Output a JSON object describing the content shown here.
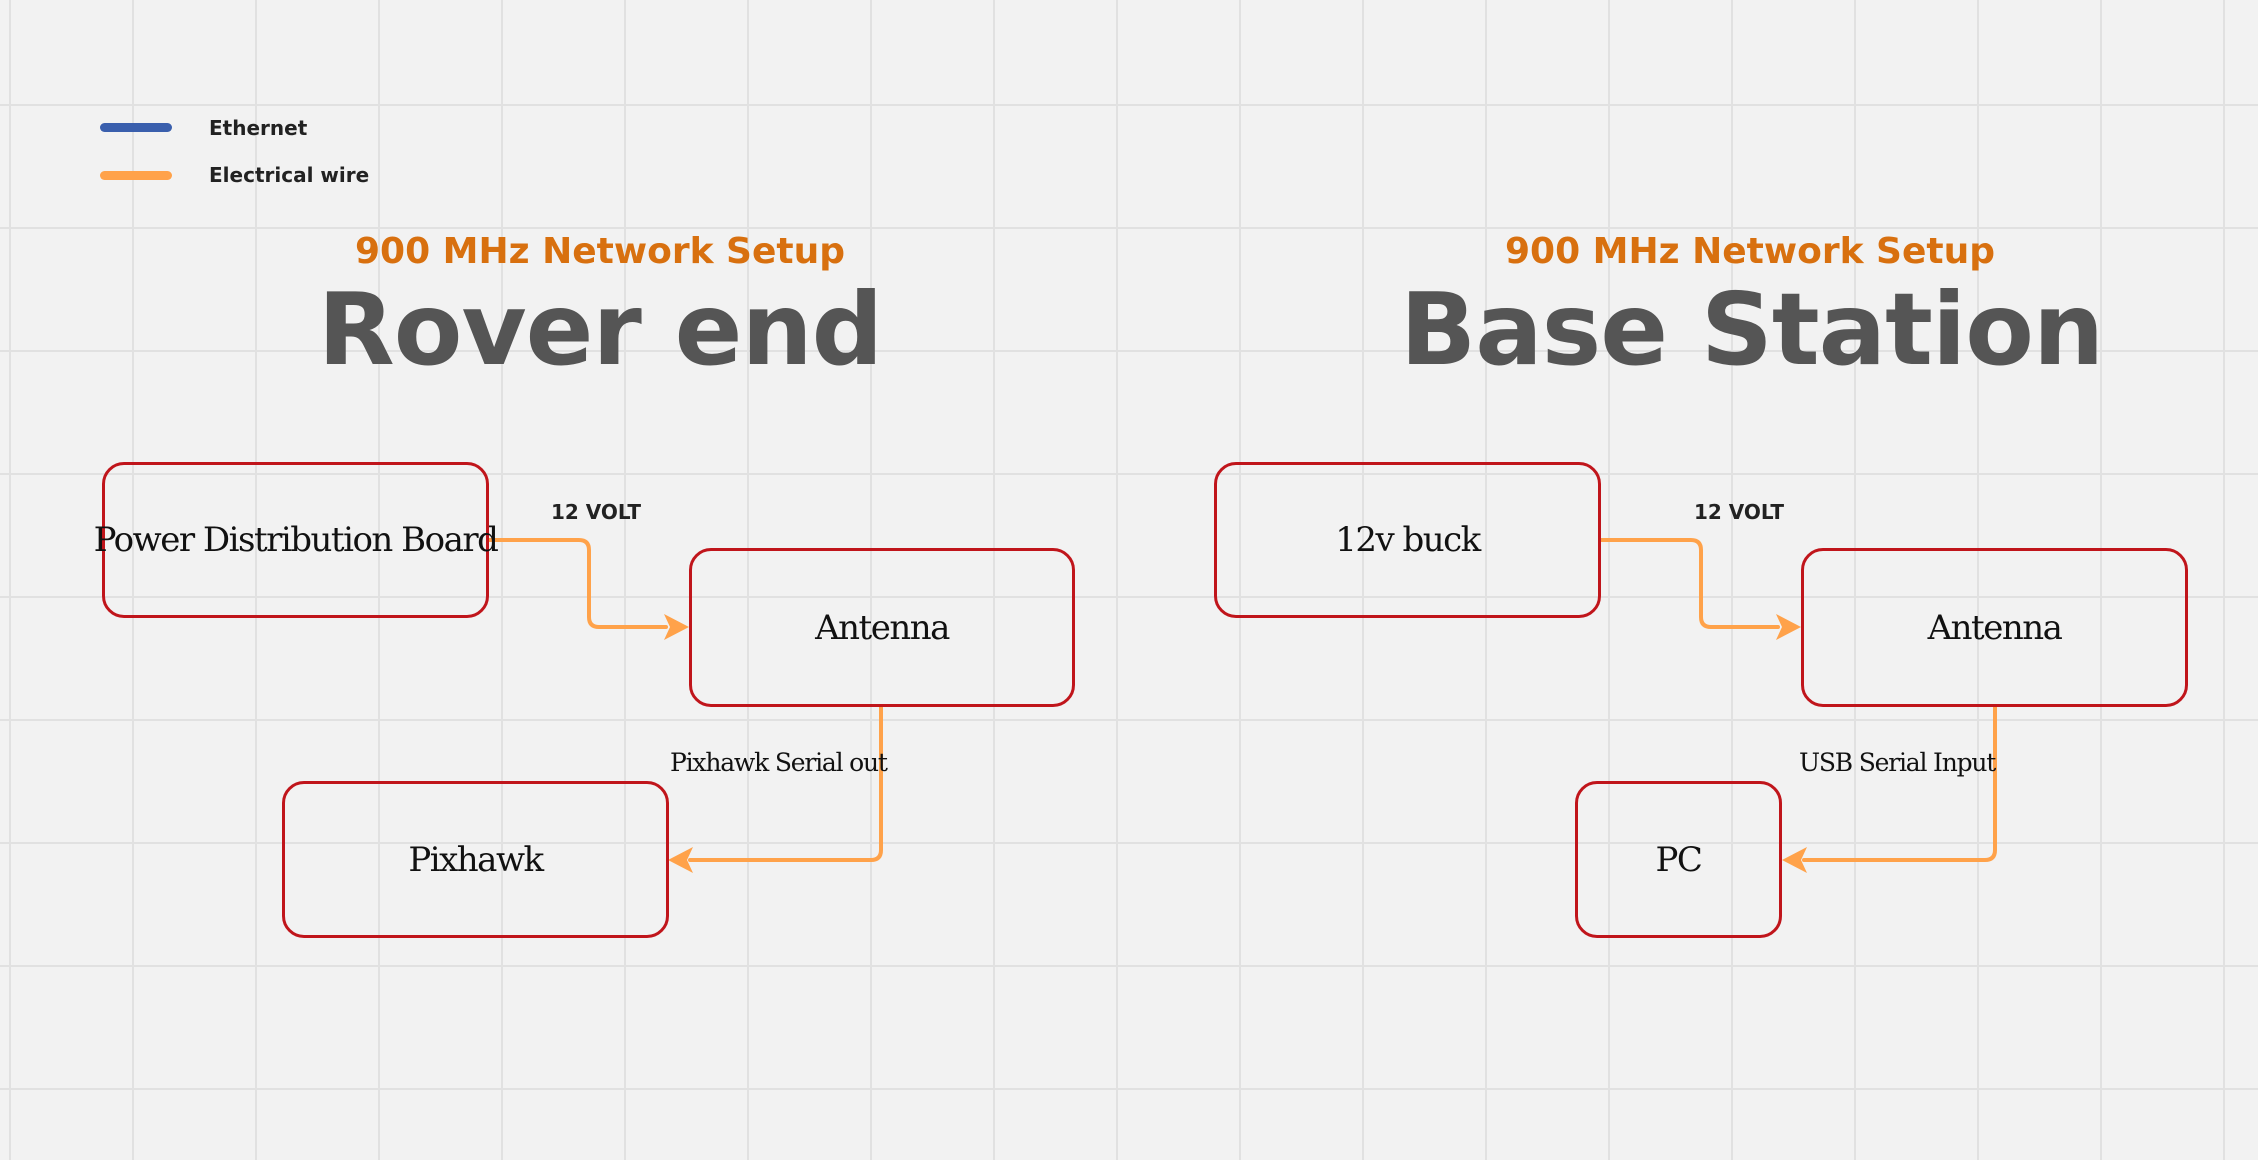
{
  "colors": {
    "ethernet": "#3a5fad",
    "electrical": "#ffa24a",
    "subtitle": "#d8700f",
    "title": "#555555",
    "node_border": "#c0151b"
  },
  "legend": [
    {
      "label": "Ethernet",
      "color": "#3a5fad"
    },
    {
      "label": "Electrical wire",
      "color": "#ffa24a"
    }
  ],
  "rover": {
    "subtitle": "900 MHz Network Setup",
    "title": "Rover end",
    "nodes": {
      "power": "Power Distribution Board",
      "antenna": "Antenna",
      "pixhawk": "Pixhawk"
    },
    "edges": {
      "power_to_antenna": "12 VOLT",
      "antenna_to_pixhawk": "Pixhawk Serial out"
    }
  },
  "base": {
    "subtitle": "900 MHz Network Setup",
    "title": "Base Station",
    "nodes": {
      "buck": "12v buck",
      "antenna": "Antenna",
      "pc": "PC"
    },
    "edges": {
      "buck_to_antenna": "12 VOLT",
      "antenna_to_pc": "USB Serial Input"
    }
  }
}
